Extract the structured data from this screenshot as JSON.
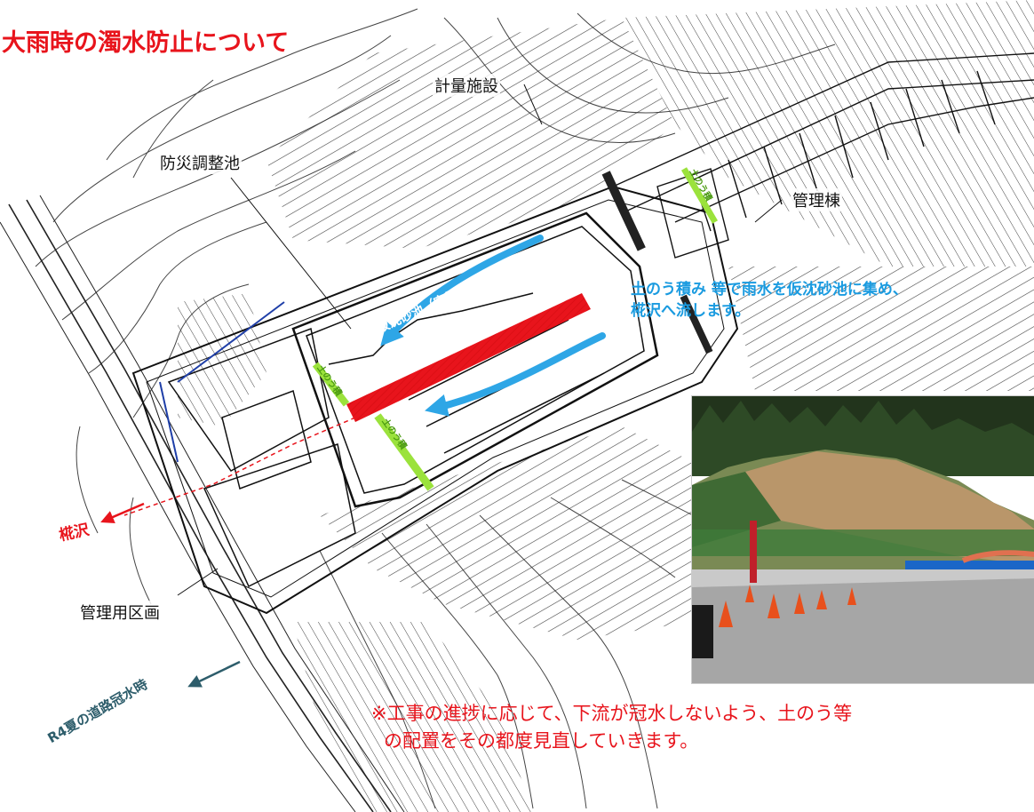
{
  "title": "大雨時の濁水防止について",
  "labels": {
    "weighing_facility": "計量施設",
    "disaster_pond": "防災調整池",
    "admin_building": "管理棟",
    "management_zone": "管理用区画",
    "hashizawa": "椛沢",
    "road_flood": "R4夏の道路冠水時",
    "sedimentation_pond": "仮沈砂池（容量 2,130m3）",
    "sandbag": "土のう積"
  },
  "callout": {
    "line1": "土のう積み 等で雨水を仮沈砂池に集め、",
    "line2": "椛沢へ流します。"
  },
  "notice": {
    "line1": "※工事の進捗に応じて、下流が冠水しないよう、土のう等",
    "line2": "の配置をその都度見直していきます。"
  },
  "colors": {
    "title": "#e8141c",
    "callout": "#1a9be0",
    "arrow": "#2ea6e6",
    "pond": "#e8141c",
    "sandbag": "#9be23c",
    "road_flood": "#2d5d6b"
  }
}
